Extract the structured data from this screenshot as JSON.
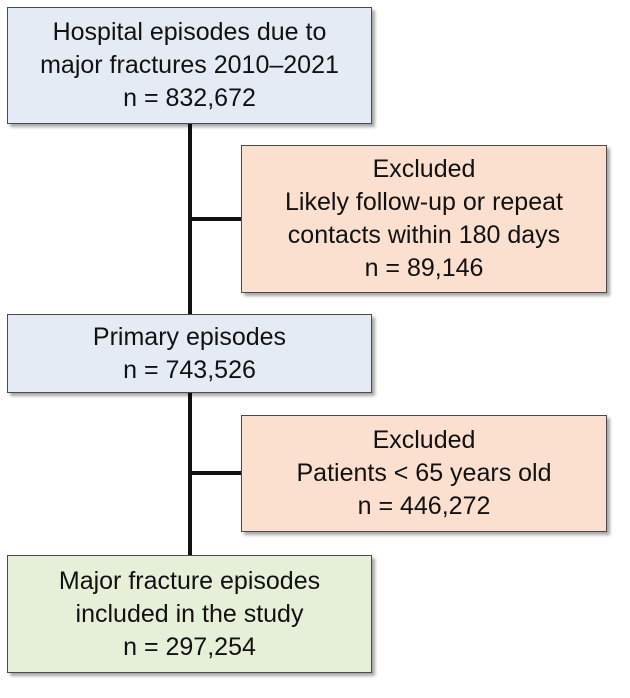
{
  "colors": {
    "start_fill": "#e4ebf4",
    "exclusion_fill": "#fbdfcf",
    "final_fill": "#e6f0d9",
    "line": "#111111"
  },
  "boxes": {
    "hospital": {
      "line1": "Hospital episodes due to",
      "line2": "major fractures 2010–2021",
      "line3": "n  = 832,672"
    },
    "excluded1": {
      "title": "Excluded",
      "line1": "Likely follow-up or repeat",
      "line2": "contacts within 180 days",
      "line3": "n = 89,146"
    },
    "primary": {
      "line1": "Primary episodes",
      "line2": "n  = 743,526"
    },
    "excluded2": {
      "title": "Excluded",
      "line1": "Patients < 65 years old",
      "line2": "n = 446,272"
    },
    "final": {
      "line1": "Major fracture episodes",
      "line2": "included in the study",
      "line3": "n = 297,254"
    }
  }
}
